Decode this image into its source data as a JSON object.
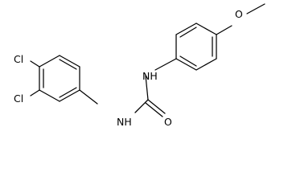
{
  "diagram": {
    "atom_labels": {
      "cl_top": "Cl",
      "cl_bottom": "Cl",
      "nh_right": "NH",
      "nh_left": "NH",
      "o_carbonyl": "O",
      "o_methoxy": "O"
    },
    "colors": {
      "background": "#ffffff",
      "ink": "#000000"
    }
  }
}
